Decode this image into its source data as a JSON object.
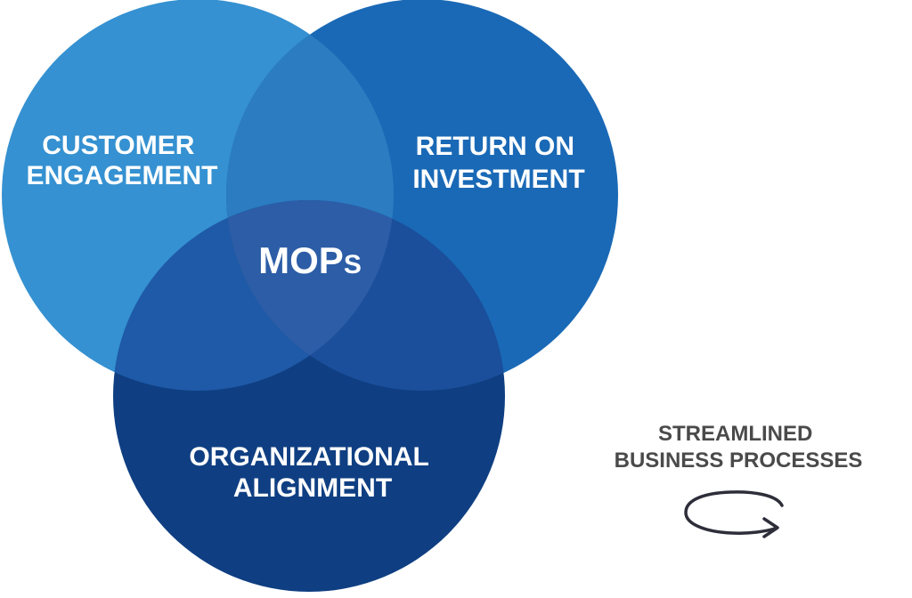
{
  "venn": {
    "circles": [
      {
        "id": "customer",
        "lines": [
          "CUSTOMER",
          "ENGAGEMENT"
        ],
        "color": "#3591d1"
      },
      {
        "id": "roi",
        "lines": [
          "RETURN ON",
          "INVESTMENT"
        ],
        "color": "#1a69b6"
      },
      {
        "id": "alignment",
        "lines": [
          "ORGANIZATIONAL",
          "ALIGNMENT"
        ],
        "color": "#0f3f82"
      }
    ],
    "center": {
      "main": "MOP",
      "suffix": "S"
    },
    "overlap_colors": {
      "customer_roi": "#2b7cc0",
      "customer_alignment": "#1f5aa8",
      "roi_alignment": "#1b4f9b",
      "all": "#2c5da6"
    }
  },
  "side_note": {
    "lines": [
      "STREAMLINED",
      "BUSINESS PROCESSES"
    ],
    "icon": "cycle-arrow-icon",
    "color": "#4a4a4a",
    "icon_color": "#2e2e3a"
  }
}
